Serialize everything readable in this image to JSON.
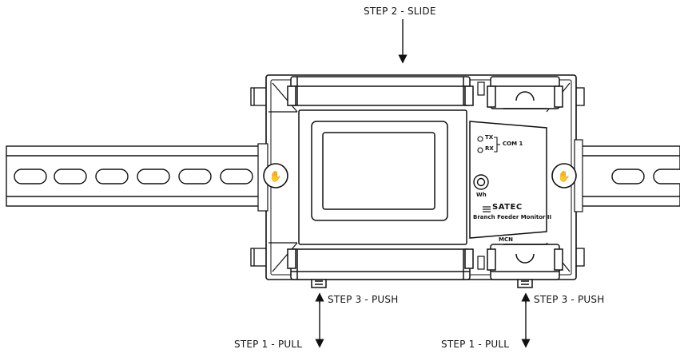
{
  "labels": {
    "step2": "STEP 2 - SLIDE",
    "step3_left": "STEP 3 - PUSH",
    "step3_right": "STEP 3 - PUSH",
    "step1_left": "STEP 1 - PULL",
    "step1_right": "STEP 1 - PULL"
  },
  "device": {
    "tx": "TX",
    "rx": "RX",
    "com": "COM 1",
    "wh": "Wh",
    "brand": "SATEC",
    "model": "Branch Feeder Monitor II",
    "mcn": "MCN"
  },
  "colors": {
    "line": "#111111",
    "background": "#ffffff",
    "rail_fill": "#ffffff"
  }
}
